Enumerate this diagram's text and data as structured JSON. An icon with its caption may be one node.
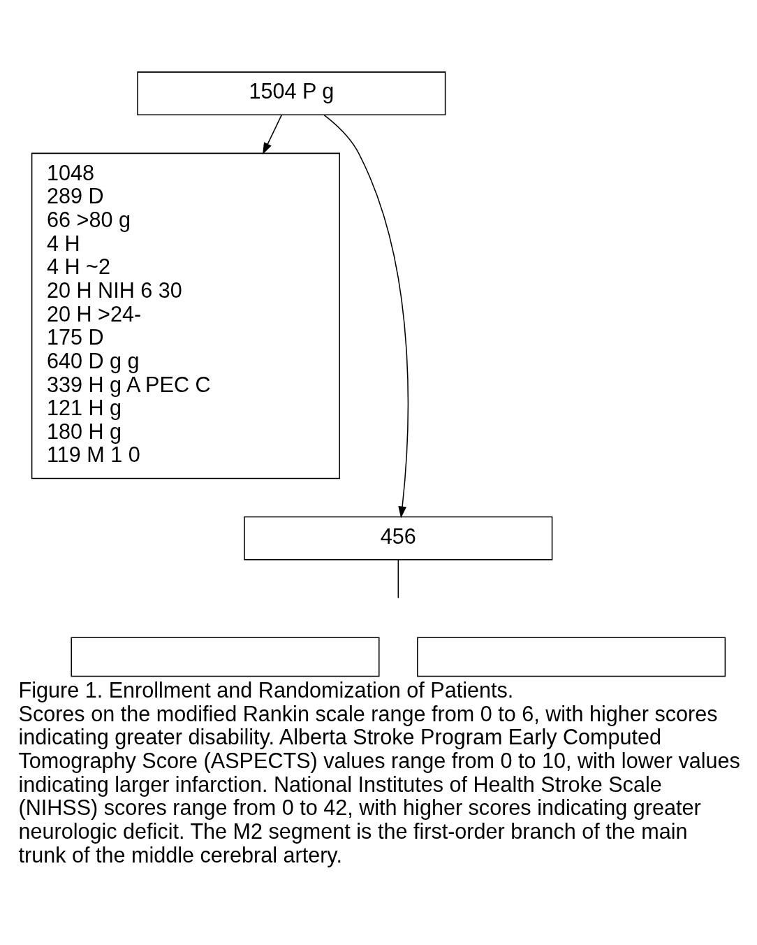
{
  "diagram": {
    "title": "Figure 1. Enrollment and Randomization of Patients.",
    "caption": "Scores on the modified Rankin scale range from 0 to 6, with higher scores indicating greater disability. Alberta Stroke Program Early Computed Tomography Score (ASPECTS) values range from 0 to 10, with lower values indicating larger infarction. National Institutes of Health Stroke Scale (NIHSS) scores range from 0 to 42, with higher scores indicating greater neurologic deficit. The M2 segment is the first-order branch of the main trunk of the middle cerebral artery.",
    "nodes": [
      {
        "text": [
          "1504 P g"
        ]
      },
      {
        "text": [
          "1048",
          "289 D",
          "66 >80 g",
          "4 H",
          "4 H ~2",
          "20 H NIH 6 30",
          "20 H >24-",
          "175 D",
          "640 D g g",
          "339 H g A PEC C",
          "121 H g",
          "180 H g",
          "119 M 1 0"
        ]
      },
      {
        "text": [
          "456"
        ]
      },
      {
        "text": [],
        "shape": "box"
      },
      {
        "text": [],
        "shape": "box"
      }
    ],
    "edges": [
      {
        "from": 0,
        "to": 2,
        "arrow": "to"
      },
      {
        "from": 0,
        "to": 1,
        "arrow": "to"
      },
      {
        "from": 2,
        "to": null,
        "arrow": "none"
      }
    ]
  }
}
